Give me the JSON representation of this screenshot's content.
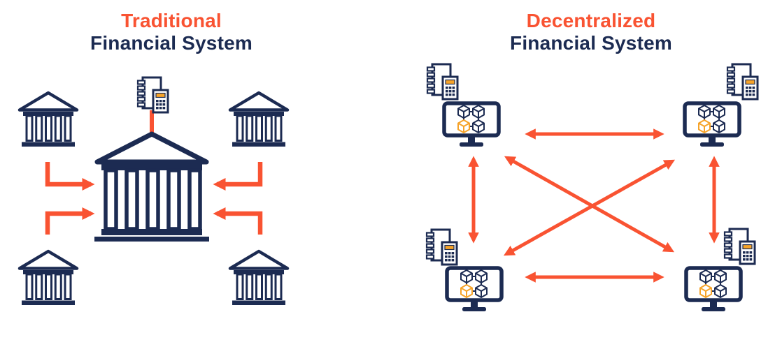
{
  "colors": {
    "navy": "#1C2B52",
    "orange": "#F95332",
    "amber": "#F6A329",
    "background": "#FFFFFF"
  },
  "panels": {
    "traditional": {
      "title_accent": "Traditional",
      "title_rest": "Financial System",
      "hub_icon": "central-bank-building-with-ledger-calculator",
      "satellite_icon": "bank-building",
      "satellite_count": 4,
      "arrow_style": "one-way-elbow-arrows-into-center",
      "arrow_count": 4
    },
    "decentralized": {
      "title_accent": "Decentralized",
      "title_rest": "Financial System",
      "node_icon": "computer-monitor-with-blockchain-cubes-and-ledger-calculator",
      "node_count": 4,
      "arrow_style": "two-way-arrows-full-mesh",
      "arrow_count": 6
    }
  }
}
